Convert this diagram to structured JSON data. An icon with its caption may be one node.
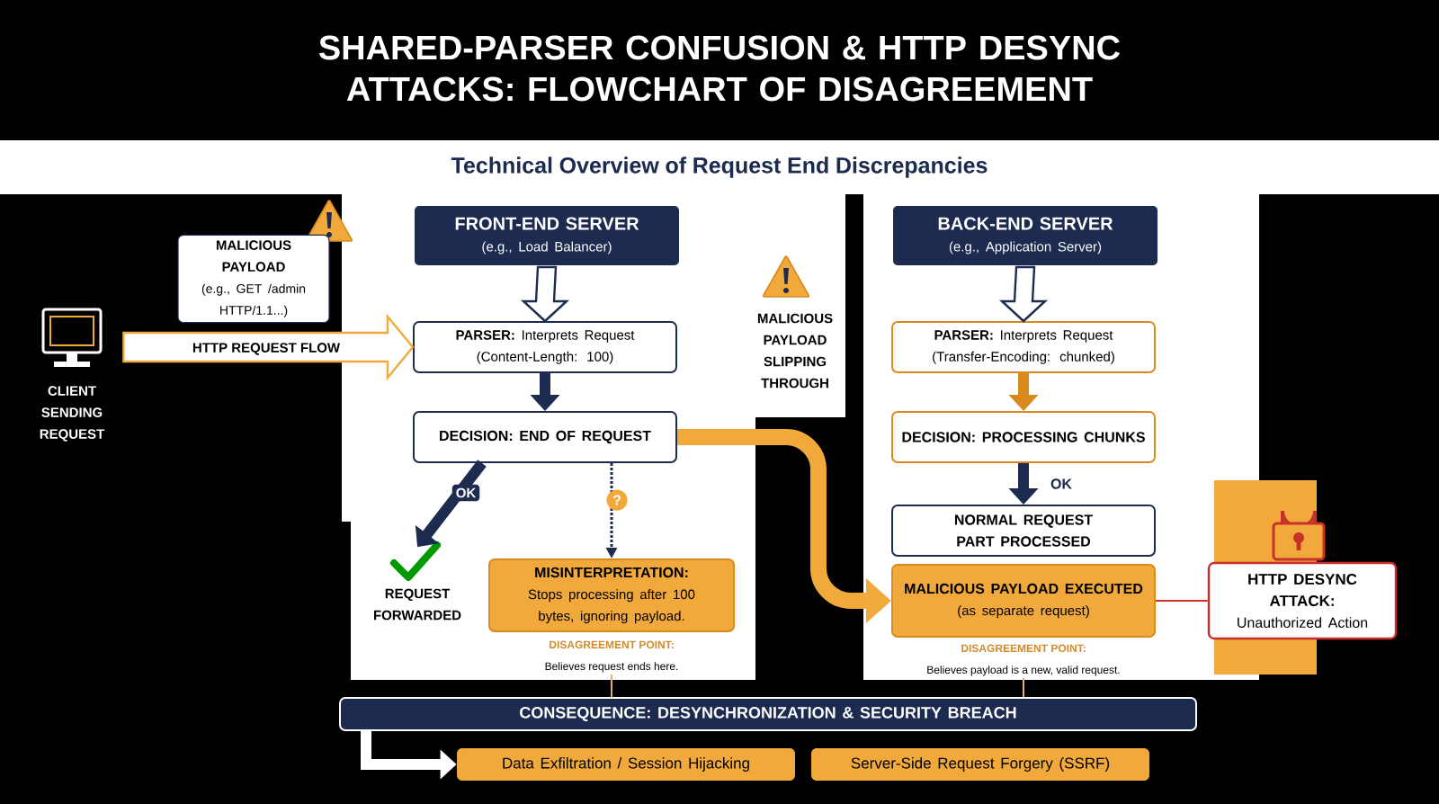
{
  "diagram": {
    "title": "SHARED-PARSER CONFUSION & HTTP DESYNC ATTACKS: FLOWCHART OF DISAGREEMENT",
    "nodes": [
      {
        "text": [
          "CLIENT SENDING REQUEST"
        ]
      },
      {
        "text": [
          "MALICIOUS PAYLOAD",
          "(e.g., GET /admin HTTP/1.1...)"
        ]
      },
      {
        "text": [
          "FRONT-END SERVER",
          "(e.g., Load Balancer)"
        ]
      },
      {
        "text": [
          "**PARSER:** Interprets Request (Content-Length: 100)"
        ]
      },
      {
        "text": [
          "DECISION: END OF REQUEST"
        ]
      },
      {
        "text": [
          "REQUEST FORWARDED"
        ]
      },
      {
        "text": [
          "MISINTERPRETATION:",
          "Stops processing after 100 bytes, ignoring payload."
        ],
        "beside": [
          "DISAGREEMENT POINT:",
          "Believes request ends here."
        ]
      },
      {
        "text": [
          "BACK-END SERVER",
          "(e.g., Application Server)"
        ]
      },
      {
        "text": [
          "**PARSER:** Interprets Request (Transfer-Encoding: chunked)"
        ]
      },
      {
        "text": [
          "DECISION: PROCESSING CHUNKS"
        ]
      },
      {
        "text": [
          "NORMAL REQUEST PART PROCESSED"
        ]
      },
      {
        "text": [
          "MALICIOUS PAYLOAD EXECUTED",
          "(as separate request)"
        ],
        "beside": [
          "DISAGREEMENT POINT:",
          "Believes payload is a new, valid request."
        ]
      },
      {
        "text": [
          "HTTP DESYNC ATTACK:",
          "Unauthorized Action"
        ]
      },
      {
        "text": [
          "CONSEQUENCE: DESYNCHRONIZATION & SECURITY BREACH"
        ]
      },
      {
        "text": [
          "Data Exfiltration / Session Hijacking"
        ]
      },
      {
        "text": [
          "Server-Side Request Forgery (SSRF)"
        ]
      }
    ],
    "edges": [
      {
        "from": 0,
        "to": 3,
        "arrow": "to",
        "label": "HTTP REQUEST FLOW",
        "color": "#ffffff"
      },
      {
        "from": 2,
        "to": 3,
        "arrow": "to",
        "color": "#ffffff"
      },
      {
        "from": 3,
        "to": 4,
        "arrow": "to",
        "color": "#1c2b4f"
      },
      {
        "from": 4,
        "to": 5,
        "arrow": "to",
        "label": "OK",
        "color": "#1c2b4f"
      },
      {
        "from": 4,
        "to": 6,
        "arrow": "to",
        "label": "?",
        "style": "dashed",
        "color": "#1c2b4f"
      },
      {
        "from": 4,
        "to": 11,
        "arrow": "to",
        "color": "#f2a93b"
      },
      {
        "from": 7,
        "to": 8,
        "arrow": "to",
        "color": "#ffffff"
      },
      {
        "from": 8,
        "to": 9,
        "arrow": "to",
        "color": "#d98a1f"
      },
      {
        "from": 9,
        "to": 10,
        "arrow": "to",
        "label": "OK",
        "color": "#1c2b4f"
      },
      {
        "from": 11,
        "to": 12,
        "arrow": "none",
        "color": "#c8302a"
      },
      {
        "from": 6,
        "to": 13,
        "arrow": "none",
        "color": "#e0b070"
      },
      {
        "from": 11,
        "to": 13,
        "arrow": "none",
        "color": "#e0b070"
      },
      {
        "from": 13,
        "to": 14,
        "arrow": "to",
        "color": "#ffffff"
      }
    ],
    "labels": [
      "Technical Overview of Request End Discrepancies",
      "MALICIOUS PAYLOAD SLIPPING THROUGH"
    ]
  }
}
